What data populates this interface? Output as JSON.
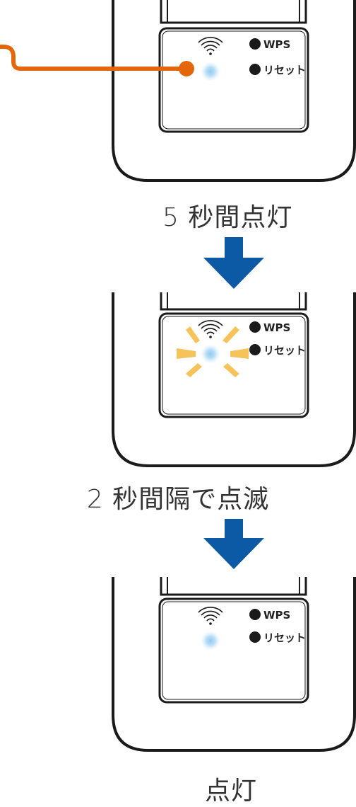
{
  "panels": [
    {
      "wps_label": "WPS",
      "reset_label": "リセット",
      "caption": "5 秒間点灯",
      "led_state": "on",
      "has_callout": true
    },
    {
      "wps_label": "WPS",
      "reset_label": "リセット",
      "caption": "2 秒間隔で点滅",
      "led_state": "blinking"
    },
    {
      "wps_label": "WPS",
      "reset_label": "リセット",
      "caption": "点灯",
      "led_state": "on"
    }
  ],
  "colors": {
    "device_outline": "#1a1a1a",
    "led_glow": "#8ec9ef",
    "blink_rays": "#f5c35a",
    "arrow": "#0c5aa6",
    "callout_line": "#e5660a",
    "caption_text": "#333333"
  },
  "icons": {
    "wifi": "wifi-icon",
    "button": "button-dot-icon",
    "arrow": "down-arrow-icon"
  }
}
